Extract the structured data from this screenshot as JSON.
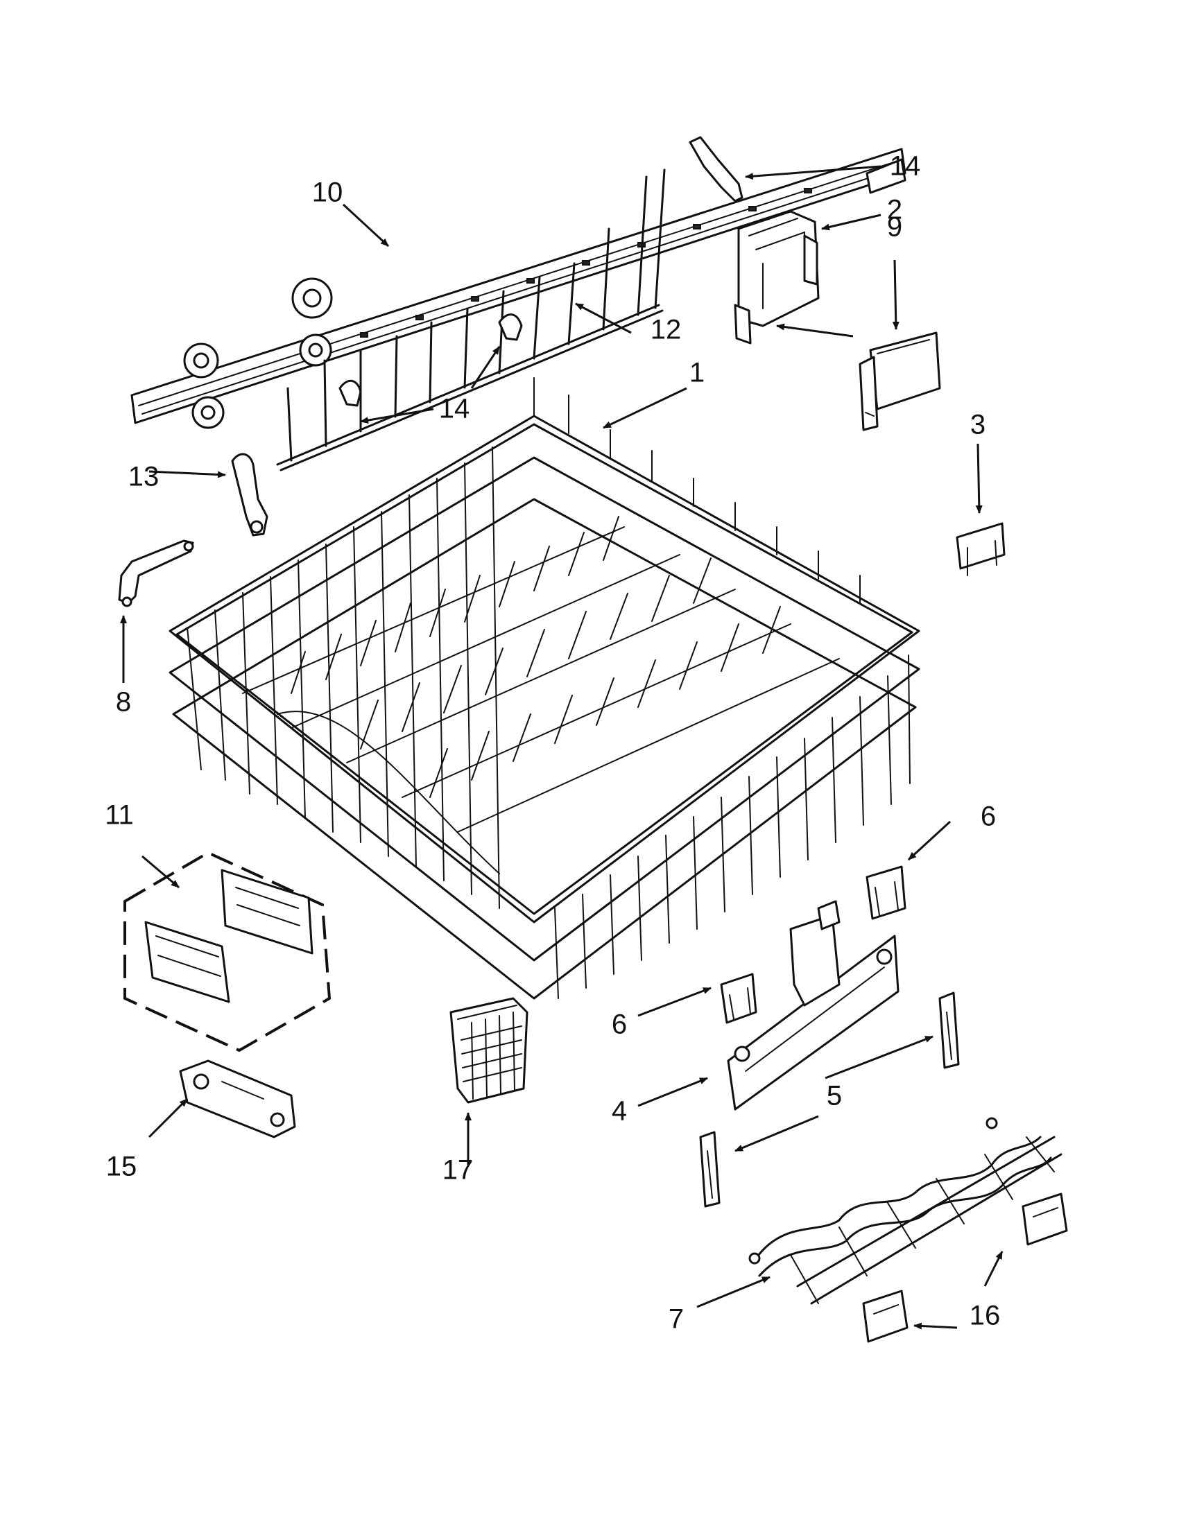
{
  "callouts": [
    {
      "id": "c1",
      "label": "1"
    },
    {
      "id": "c2",
      "label": "2"
    },
    {
      "id": "c3",
      "label": "3"
    },
    {
      "id": "c4",
      "label": "4"
    },
    {
      "id": "c5",
      "label": "5"
    },
    {
      "id": "c6a",
      "label": "6"
    },
    {
      "id": "c6b",
      "label": "6"
    },
    {
      "id": "c7",
      "label": "7"
    },
    {
      "id": "c8",
      "label": "8"
    },
    {
      "id": "c9",
      "label": "9"
    },
    {
      "id": "c10",
      "label": "10"
    },
    {
      "id": "c11",
      "label": "11"
    },
    {
      "id": "c12",
      "label": "12"
    },
    {
      "id": "c13",
      "label": "13"
    },
    {
      "id": "c14a",
      "label": "14"
    },
    {
      "id": "c14b",
      "label": "14"
    },
    {
      "id": "c15",
      "label": "15"
    },
    {
      "id": "c16",
      "label": "16"
    },
    {
      "id": "c17",
      "label": "17"
    }
  ]
}
